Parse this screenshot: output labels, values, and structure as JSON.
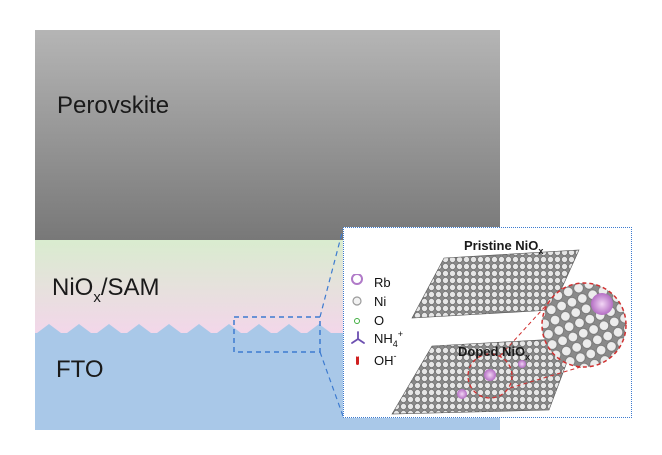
{
  "layers": {
    "perovskite": {
      "text": "Perovskite"
    },
    "nio_sam": {
      "base": "NiO",
      "sub": "x",
      "rest": "/SAM"
    },
    "fto": {
      "text": "FTO"
    }
  },
  "inset": {
    "pristine_title": {
      "base": "Pristine NiO",
      "sub": "x"
    },
    "doped_title": {
      "base": "Doped NiO",
      "sub": "x"
    },
    "legend": [
      {
        "label": "Rb",
        "icon": "rb-atom-icon",
        "color": "#b07ac8"
      },
      {
        "label": "Ni",
        "icon": "ni-atom-icon",
        "color": "#9a9a9a"
      },
      {
        "label": "O",
        "icon": "o-atom-icon",
        "color": "#3fae3f"
      },
      {
        "label": "NH4+",
        "base": "NH",
        "sub": "4",
        "sup": "+",
        "icon": "nh4-molecule-icon",
        "color": "#6c4fb0"
      },
      {
        "label": "OH-",
        "base": "OH",
        "sup": "-",
        "icon": "oh-group-icon",
        "color": "#d02020"
      }
    ]
  },
  "colors": {
    "perovskite_top": "#b3b3b3",
    "perovskite_bottom": "#7a7a7a",
    "nio_top": "#d8ecd0",
    "nio_bottom": "#f2d8ea",
    "fto": "#a9c8e8",
    "dash": "#3d7bd0",
    "zoom_dash": "#d03030"
  }
}
